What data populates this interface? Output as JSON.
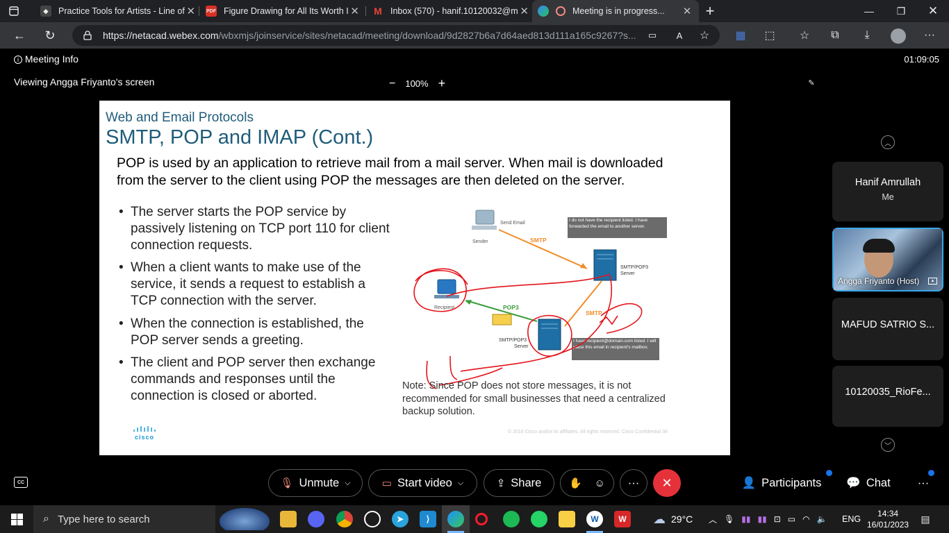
{
  "browser": {
    "tabs": [
      {
        "title": "Practice Tools for Artists - Line of",
        "favicon": "cube-icon",
        "color": "#5f6368"
      },
      {
        "title": "Figure Drawing for All Its Worth I",
        "favicon": "pdf-icon",
        "color": "#d93025"
      },
      {
        "title": "Inbox (570) - hanif.10120032@m",
        "favicon": "gmail-icon",
        "color": "#ea4335"
      },
      {
        "title": "Meeting is in progress...",
        "favicon": "webex-icon",
        "color": "#3b82f6",
        "active": true
      }
    ],
    "url_host": "https://netacad.webex.com",
    "url_path": "/wbxmjs/joinservice/sites/netacad/meeting/download/9d2827b6a7d64aed813d111a165c9267?s..."
  },
  "meeting": {
    "info_label": "Meeting Info",
    "timer": "01:09:05",
    "viewing": "Viewing Angga Friyanto's screen",
    "zoom_minus": "−",
    "zoom": "100%",
    "zoom_plus": "+"
  },
  "slide": {
    "subtitle": "Web and Email Protocols",
    "title": "SMTP, POP and IMAP (Cont.)",
    "intro": "POP is used by an application to retrieve mail from a mail server. When mail is downloaded from the server to the client using POP the messages are then deleted on the server.",
    "bullets": [
      "The server starts the POP service by passively listening on TCP port 110 for client connection requests.",
      "When a client wants to make use of the service, it sends a request to establish a TCP connection with the server.",
      "When the connection is established, the POP server sends a greeting.",
      "The client and POP server then exchange commands and responses until the connection is closed or aborted."
    ],
    "note": "Note: Since POP does not store messages, it is not recommended for small businesses that need a centralized backup solution.",
    "logo": "cisco",
    "copyright": "© 2016 Cisco and/or its affiliates. All rights reserved.   Cisco Confidential      38",
    "diagram": {
      "send_email": "Send Email",
      "sender": "Sender",
      "smtp_top": "SMTP",
      "server_top": "SMTP/POP3",
      "server_top2": "Server",
      "callout_top": "I do not have the recipient listed. I have forwarded the email to another server.",
      "recipient": "Recipient",
      "pop3": "POP3",
      "smtp_mid": "SMTP",
      "server_bottom": "SMTP/POP3",
      "server_bottom2": "Server",
      "callout_bottom": "I have recipient@domain.com listed. I will place this email in recipient's mailbox."
    }
  },
  "participants": [
    {
      "name": "Hanif Amrullah",
      "sub": "Me"
    },
    {
      "name": "Angga Friyanto (Host)"
    },
    {
      "name": "MAFUD SATRIO S..."
    },
    {
      "name": "10120035_RioFe..."
    }
  ],
  "controls": {
    "unmute": "Unmute",
    "start_video": "Start video",
    "share": "Share",
    "participants": "Participants",
    "chat": "Chat"
  },
  "taskbar": {
    "search_placeholder": "Type here to search",
    "weather": "29°C",
    "lang": "ENG",
    "time": "14:34",
    "date": "16/01/2023"
  }
}
